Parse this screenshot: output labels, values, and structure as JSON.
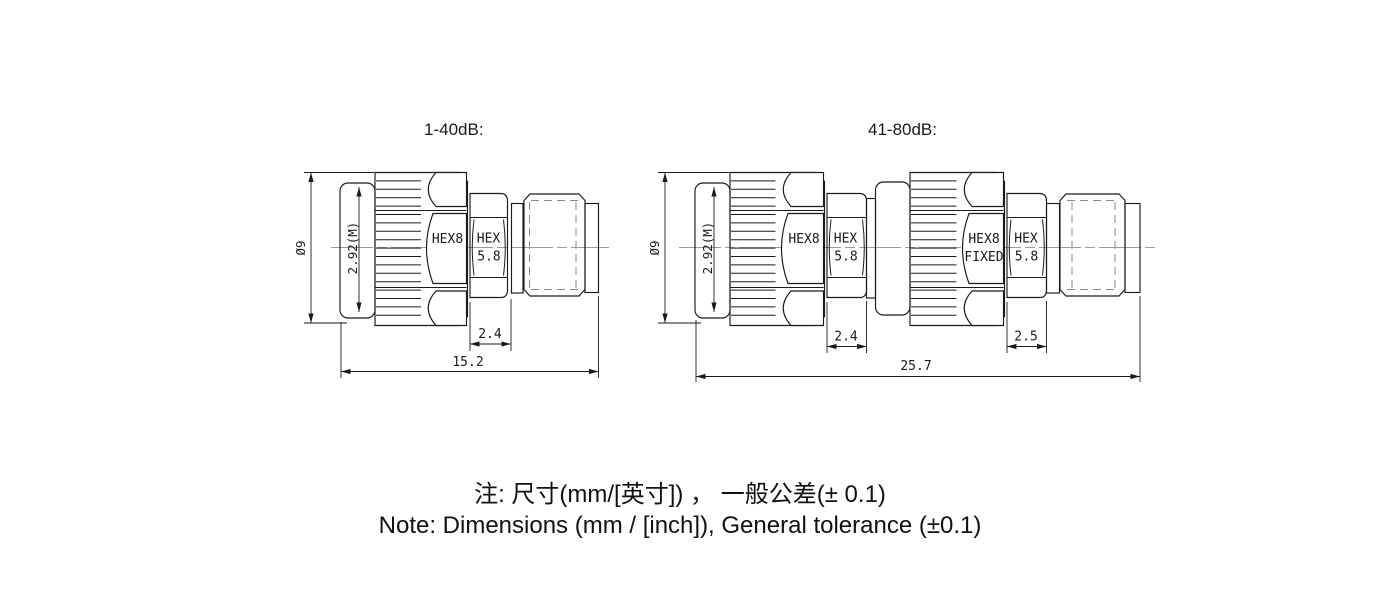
{
  "titles": {
    "left": "1-40dB:",
    "right": "41-80dB:"
  },
  "left_drawing": {
    "diameter_label": "Ø9",
    "interface_label": "2.92(M)",
    "hex_body_label": "HEX8",
    "nut_label_line1": "HEX",
    "nut_label_line2": "5.8",
    "nut_width": "2.4",
    "total_length": "15.2"
  },
  "right_drawing": {
    "diameter_label": "Ø9",
    "interface_label": "2.92(M)",
    "hex_body1_label": "HEX8",
    "nut1_label_line1": "HEX",
    "nut1_label_line2": "5.8",
    "nut1_width": "2.4",
    "hex_body2_label_line1": "HEX8",
    "hex_body2_label_line2": "FIXED",
    "nut2_label_line1": "HEX",
    "nut2_label_line2": "5.8",
    "nut2_width": "2.5",
    "total_length": "25.7"
  },
  "note": {
    "line_zh": "注: 尺寸(mm/[英寸]) ， 一般公差(± 0.1)",
    "line_en": "Note: Dimensions (mm / [inch]), General tolerance (±0.1)"
  },
  "colors": {
    "line": "#1a1a1a",
    "centerline": "#9c9c9c",
    "hidden": "#8a8a8a",
    "background": "#ffffff"
  }
}
